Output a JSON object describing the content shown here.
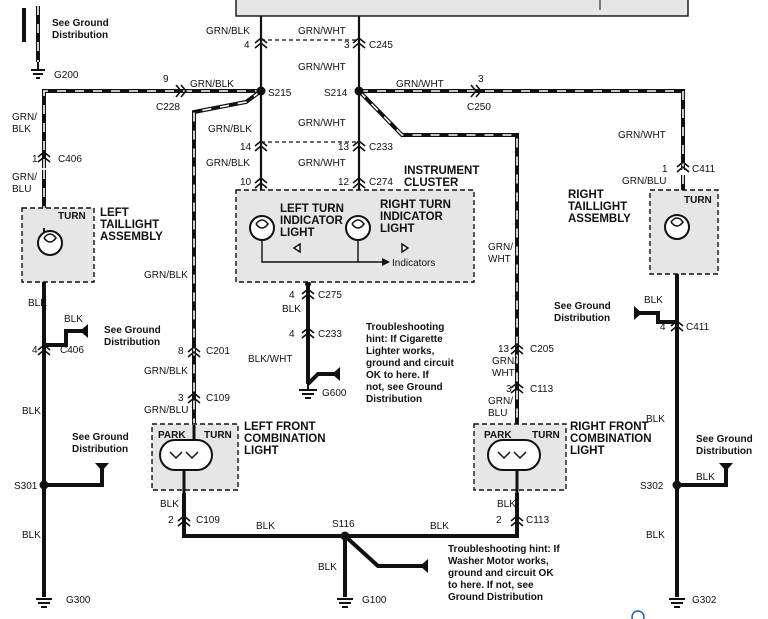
{
  "ground_refs": {
    "top_left": "See Ground Distribution",
    "left_mid": "See Ground Distribution",
    "left_low": "See Ground Distribution",
    "right_mid": "See Ground Distribution",
    "right_low": "See Ground Distribution"
  },
  "grounds": {
    "g200": "G200",
    "g600": "G600",
    "g300": "G300",
    "g100": "G100",
    "g302": "G302"
  },
  "splices": {
    "s215": "S215",
    "s214": "S214",
    "s301": "S301",
    "s302": "S302",
    "s116": "S116"
  },
  "connectors": {
    "c245": "C245",
    "c228": "C228",
    "c250": "C250",
    "c406a": "C406",
    "c406b": "C406",
    "c233a": "C233",
    "c233b": "C233",
    "c274": "C274",
    "c275": "C275",
    "c411a": "C411",
    "c411b": "C411",
    "c201": "C201",
    "c205": "C205",
    "c109a": "C109",
    "c109b": "C109",
    "c113a": "C113",
    "c113b": "C113"
  },
  "pins": {
    "p4a": "4",
    "p3a": "3",
    "p9": "9",
    "p3b": "3",
    "p1a": "1",
    "p14": "14",
    "p13": "13",
    "p10": "10",
    "p12": "12",
    "p1b": "1",
    "p4b": "4",
    "p4c": "4",
    "p4d": "4",
    "p4e": "4",
    "p8": "8",
    "p13b": "13",
    "p3c": "3",
    "p3d": "3",
    "p2a": "2",
    "p2b": "2"
  },
  "wires": {
    "grn_blk": "GRN/BLK",
    "grn_wht": "GRN/WHT",
    "grn_blu": "GRN/BLU",
    "blk": "BLK",
    "blk_wht": "BLK/WHT",
    "grn_l1": "GRN/",
    "blk_l2": "BLK",
    "wht_l2": "WHT",
    "blu_l2": "BLU"
  },
  "components": {
    "left_taillight": [
      "LEFT",
      "TAILLIGHT",
      "ASSEMBLY"
    ],
    "right_taillight": [
      "RIGHT",
      "TAILLIGHT",
      "ASSEMBLY"
    ],
    "instrument_cluster": [
      "INSTRUMENT",
      "CLUSTER"
    ],
    "left_turn_ind": [
      "LEFT TURN",
      "INDICATOR",
      "LIGHT"
    ],
    "right_turn_ind": [
      "RIGHT TURN",
      "INDICATOR",
      "LIGHT"
    ],
    "indicators": "Indicators",
    "left_front": [
      "LEFT FRONT",
      "COMBINATION",
      "LIGHT"
    ],
    "right_front": [
      "RIGHT FRONT",
      "COMBINATION",
      "LIGHT"
    ],
    "turn": "TURN",
    "park": "PARK"
  },
  "hints": {
    "cigarette": [
      "Troubleshooting",
      "hint: If Cigarette",
      "Lighter works,",
      "ground and circuit",
      "OK to here. If",
      "not, see Ground",
      "Distribution"
    ],
    "washer": [
      "Troubleshooting hint: If",
      "Washer Motor works,",
      "ground and circuit OK",
      "to here. If not, see",
      "Ground Distribution"
    ]
  }
}
